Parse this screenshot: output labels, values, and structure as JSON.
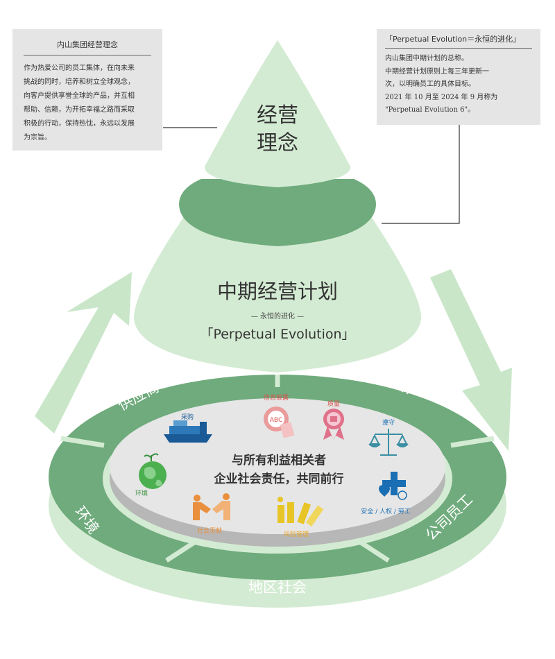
{
  "left_note": {
    "title": "内山集团经营理念",
    "body": "作为热爱公司的员工集体，在向未来\n挑战的同时，培养和树立全球观念，\n向客户提供享誉全球的产品，并互相\n帮助、信赖，为开拓幸福之路而采取\n积极的行动，保持热忱，永远以发展\n为宗旨。"
  },
  "right_note": {
    "title": "「Perpetual Evolution＝永恒的进化」",
    "body": "内山集团中期计划的总称。\n中期经营计划原则上每三年更新一\n次，以明确员工的具体目标。\n2021 年 10 月至 2024 年 9 月称为\n\"Perpetual Evolution 6\"。"
  },
  "cone": {
    "top_line1": "经营",
    "top_line2": "理念",
    "mid_title": "中期经营计划",
    "mid_sub": "— 永恒的进化 —",
    "mid_en": "「Perpetual Evolution」"
  },
  "ring": {
    "suppliers": "供应商",
    "customers": "客户",
    "environment": "环境",
    "employees": "公司员工",
    "community": "地区社会"
  },
  "center": {
    "line1": "与所有利益相关者",
    "line2": "企业社会责任，共同前行"
  },
  "icons": {
    "procurement": "采购",
    "disclosure": "信息披露",
    "quality": "质量",
    "compliance": "遵守",
    "environment": "环境",
    "safety": "安全 / 人权 / 劳工",
    "contribution": "社会贡献",
    "risk": "风险管理"
  },
  "colors": {
    "dark_green": "#6fab7c",
    "mid_green": "#9bcf9f",
    "light_green": "#d4ebd3",
    "arrow_green": "#c9e6c9",
    "disc_gray": "#e6e6e6",
    "text_dark": "#333333",
    "ring_text": "#ffffff",
    "accent_pink": "#e0718a",
    "accent_blue": "#1a6fb4",
    "accent_orange": "#e98f3d",
    "accent_yellow": "#e8c526"
  }
}
